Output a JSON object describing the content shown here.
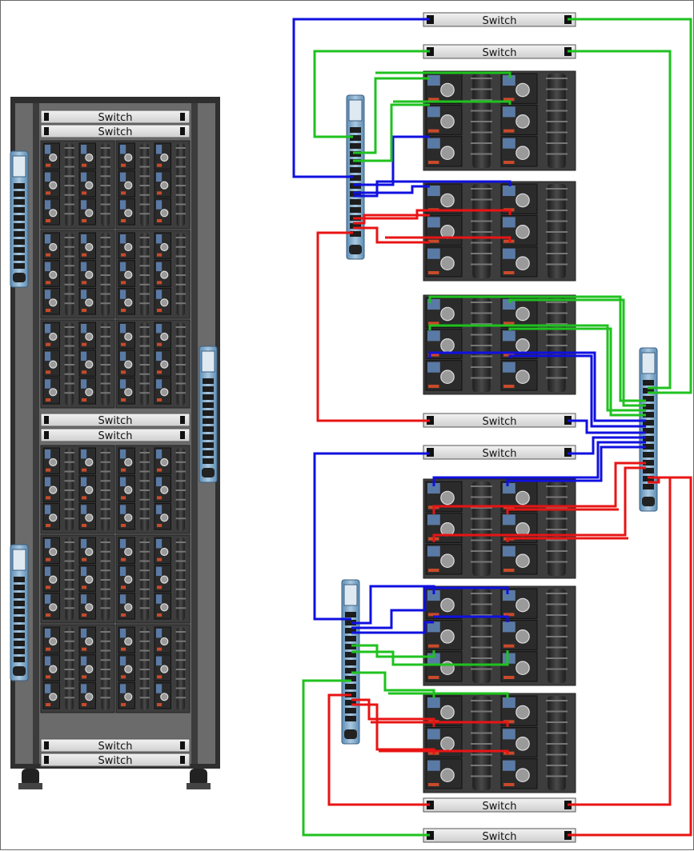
{
  "diagram": {
    "switch_label": "Switch",
    "colors": {
      "blue": "#1010e0",
      "green": "#1fc21f",
      "red": "#e81414",
      "rack_frame": "#3a3a3a",
      "node_dark": "#2a2a2a",
      "pdu_blue": "#7aa6c9",
      "switch_fill": "#d9d9d9"
    },
    "left_rack": {
      "switches_top": [
        "Switch",
        "Switch"
      ],
      "switches_middle": [
        "Switch",
        "Switch"
      ],
      "switches_bottom": [
        "Switch",
        "Switch"
      ]
    },
    "right_diagram": {
      "switches": [
        "Switch",
        "Switch",
        "Switch",
        "Switch",
        "Switch",
        "Switch"
      ]
    }
  }
}
